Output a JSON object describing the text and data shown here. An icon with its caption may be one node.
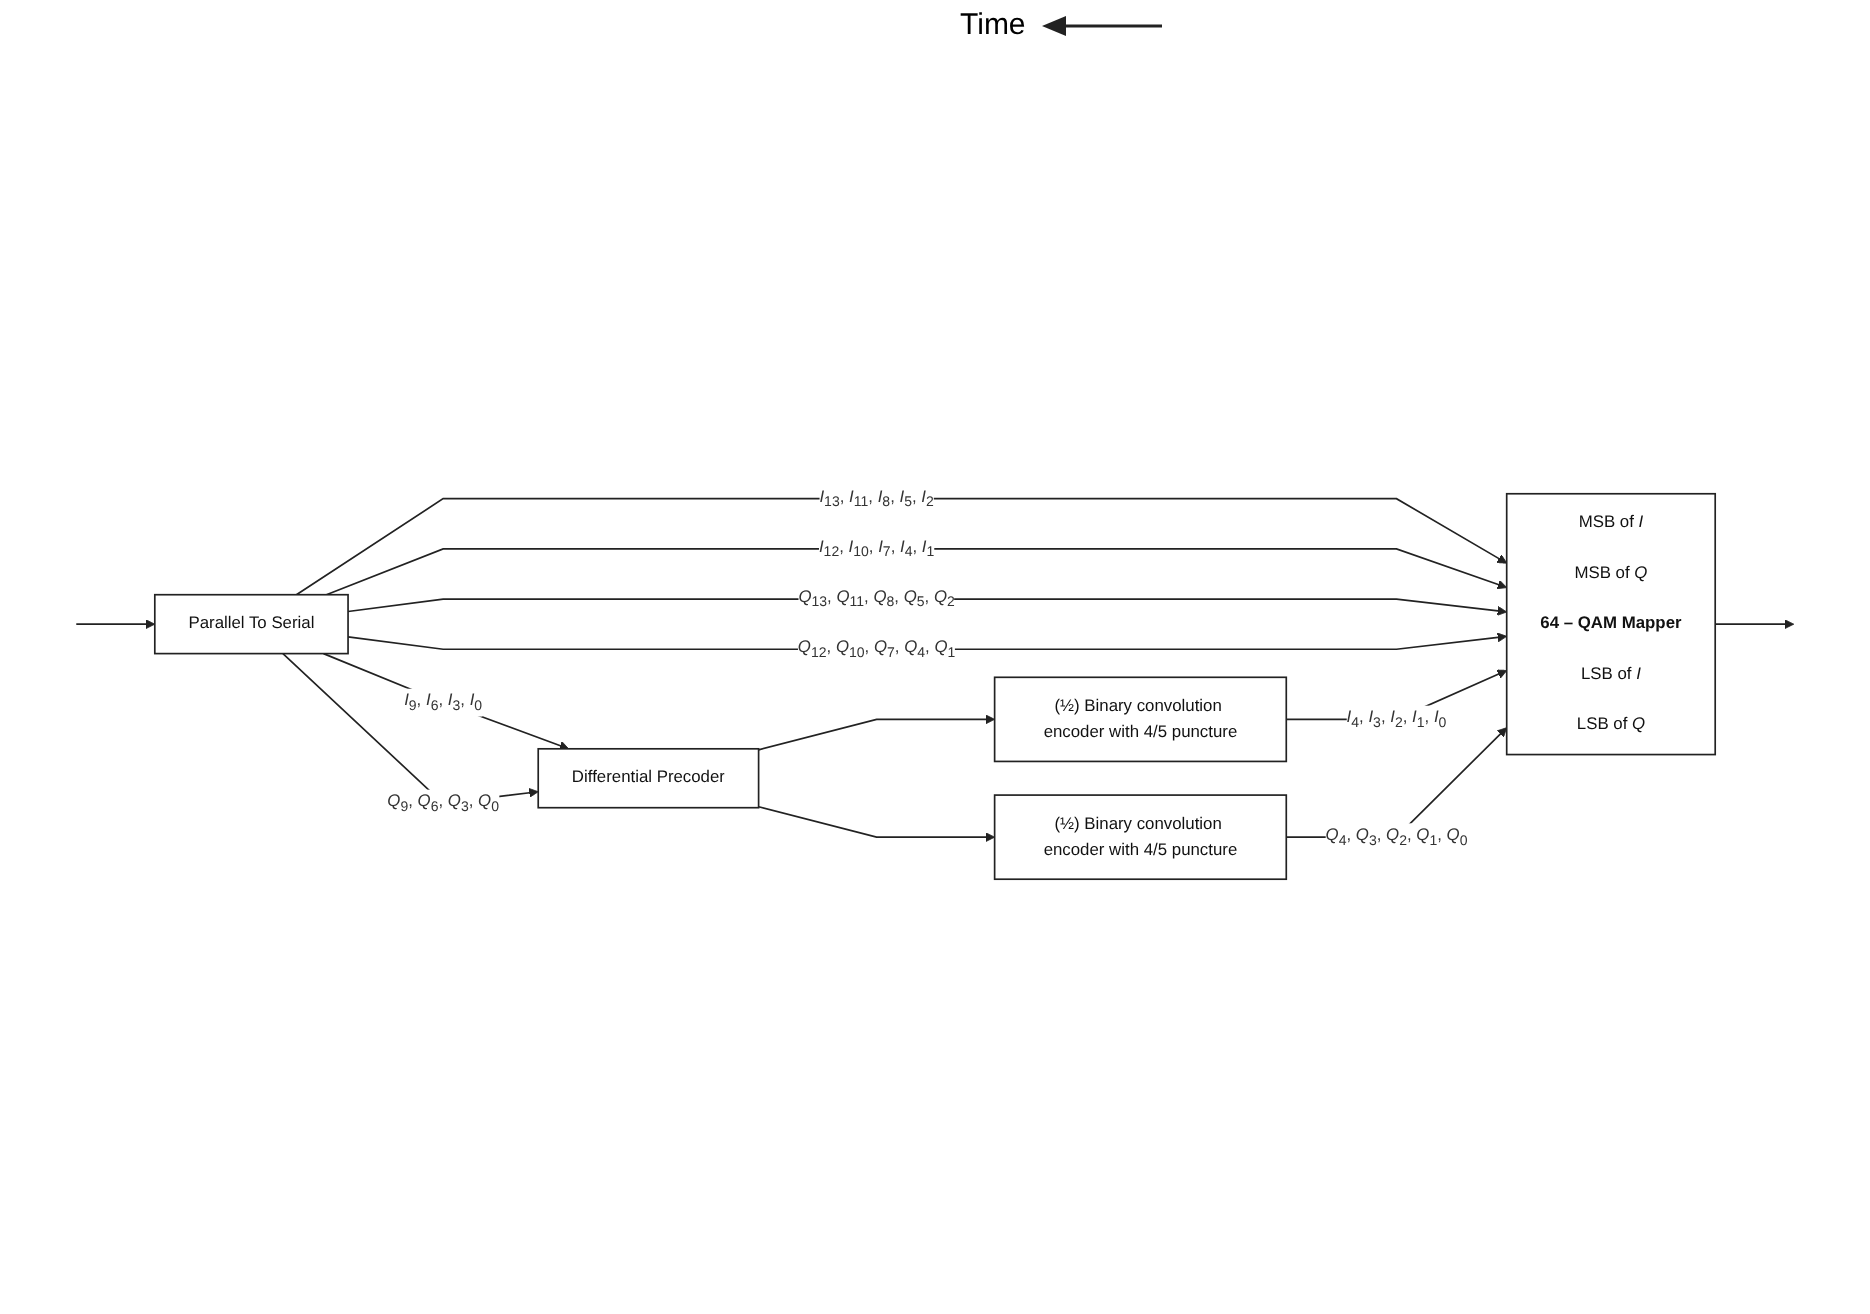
{
  "diagram": {
    "nodes": [
      {
        "text": [
          "Parallel To Serial"
        ]
      },
      {
        "text": [
          "MSB of *I*",
          "MSB of *Q*",
          "64 – QAM Mapper",
          "LSB of *I*",
          "LSB of *Q*"
        ]
      },
      {
        "text": [
          "Differential Precoder"
        ]
      },
      {
        "text": [
          "(½) Binary convolution encoder with 4/5 puncture"
        ]
      },
      {
        "text": [
          "(½) Binary convolution encoder with 4/5 puncture"
        ]
      }
    ],
    "edges": [
      {
        "from": 0,
        "to": 1,
        "arrow": "to",
        "label": "*I*$_{13}$, *I*$_{11}$, *I*$_{8}$, *I*$_{5}$, *I*$_{2}$"
      },
      {
        "from": 0,
        "to": 1,
        "arrow": "to",
        "label": "*I*$_{12}$, *I*$_{10}$, *I*$_{7}$, *I*$_{4}$, *I*$_{1}$"
      },
      {
        "from": 0,
        "to": 1,
        "arrow": "to",
        "label": "*Q*$_{13}$, *Q*$_{11}$, *Q*$_{8}$, *Q*$_{5}$, *Q*$_{2}$"
      },
      {
        "from": 0,
        "to": 1,
        "arrow": "to",
        "label": "*Q*$_{12}$, *Q*$_{10}$, *Q*$_{7}$, *Q*$_{4}$, *Q*$_{1}$"
      },
      {
        "from": 0,
        "to": 2,
        "arrow": "to",
        "label": "*I*$_{9}$, *I*$_{6}$, *I*$_{3}$, *I*$_{0}$"
      },
      {
        "from": 0,
        "to": 2,
        "arrow": "to",
        "label": "*Q*$_{9}$, *Q*$_{6}$, *Q*$_{3}$, *Q*$_{0}$"
      },
      {
        "from": 2,
        "to": 3,
        "arrow": "to"
      },
      {
        "from": 2,
        "to": 4,
        "arrow": "to"
      },
      {
        "from": 3,
        "to": 1,
        "arrow": "to",
        "label": "*I*$_{4}$, *I*$_{3}$, *I*$_{2}$, *I*$_{1}$, *I*$_{0}$"
      },
      {
        "from": 4,
        "to": 1,
        "arrow": "to",
        "label": "*Q*$_{4}$, *Q*$_{3}$, *Q*$_{2}$, *Q*$_{1}$, *Q*$_{0}$"
      },
      {
        "from": null,
        "to": 0,
        "arrow": "to"
      },
      {
        "from": 1,
        "to": null,
        "arrow": "to"
      }
    ],
    "labels": [
      "Time"
    ]
  }
}
